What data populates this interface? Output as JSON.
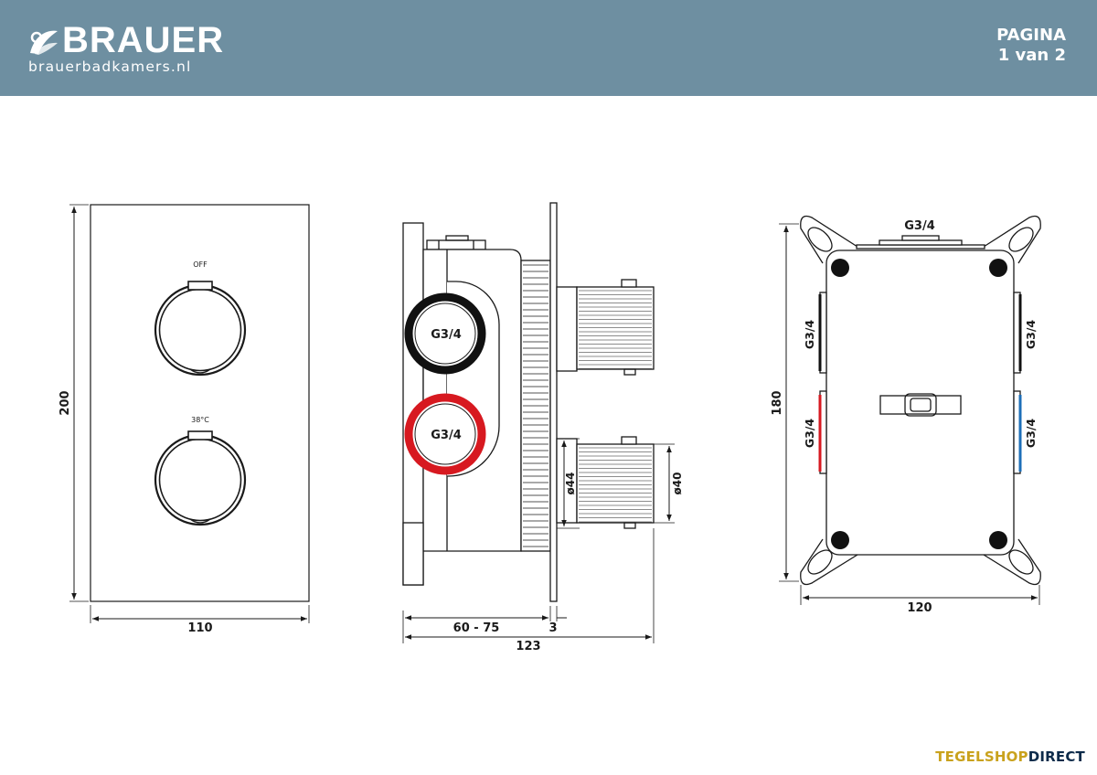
{
  "header": {
    "brand": "BRAUER",
    "url": "brauerbadkamers.nl",
    "page_label": "PAGINA",
    "page_number": "1 van 2"
  },
  "front_view": {
    "knob_top_label": "OFF",
    "knob_bottom_label": "38°C",
    "height_dim": "200",
    "width_dim": "110"
  },
  "side_view": {
    "port_top": "G3/4",
    "port_bottom": "G3/4",
    "dim_44": "ø44",
    "dim_40": "ø40",
    "dim_depth": "60 - 75",
    "dim_plate": "3",
    "dim_total": "123"
  },
  "back_view": {
    "port_top": "G3/4",
    "port_left_upper": "G3/4",
    "port_left_lower": "G3/4",
    "port_right_upper": "G3/4",
    "port_right_lower": "G3/4",
    "height_dim": "180",
    "width_dim": "120"
  },
  "footer": {
    "brand_a": "TEGELSHOP",
    "brand_b": "DIRECT"
  },
  "colors": {
    "header_bg": "#6e8fa1",
    "hot": "#d71920",
    "cold": "#1d6fb8",
    "line": "#1a1a1a"
  }
}
